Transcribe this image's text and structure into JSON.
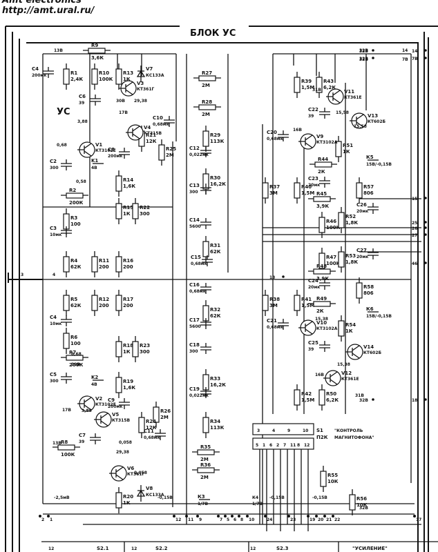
{
  "header": {
    "line1": "Amt electronics",
    "line2": "http://amt.ural.ru/"
  },
  "title": "БЛОК УС",
  "subtitle": "УС",
  "switch_s1": {
    "ref": "S1",
    "model": "П2К",
    "caption1": "\"КОНТРОЛЬ",
    "caption2": "МАГНИТОФОНА\"",
    "pins_top": [
      "3",
      "4",
      "9",
      "10"
    ],
    "pins_bot": [
      "5",
      "1",
      "6",
      "2",
      "7",
      "11",
      "8",
      "12"
    ]
  },
  "top_labels": [
    "13В",
    "32В",
    "14",
    "32В",
    "7В"
  ],
  "left": {
    "capacitors": [
      {
        "ref": "C4",
        "val": "200мк"
      },
      {
        "ref": "C6",
        "val": "39"
      },
      {
        "ref": "C2",
        "val": "300"
      },
      {
        "ref": "C3",
        "val": "10мк"
      },
      {
        "ref": "C4",
        "val": "10мк"
      },
      {
        "ref": "C5",
        "val": "300"
      },
      {
        "ref": "C7",
        "val": "39"
      },
      {
        "ref": "C8",
        "val": "200мк"
      },
      {
        "ref": "C9",
        "val": "200мк"
      },
      {
        "ref": "C10",
        "val": "0,68мк"
      },
      {
        "ref": "C11",
        "val": "0,68мк"
      }
    ],
    "resistors": [
      {
        "ref": "R9",
        "val": "3,6К"
      },
      {
        "ref": "R1",
        "val": "2,4К"
      },
      {
        "ref": "R10",
        "val": "100К"
      },
      {
        "ref": "R13",
        "val": "1К"
      },
      {
        "ref": "R21",
        "val": "12К"
      },
      {
        "ref": "R25",
        "val": "2М"
      },
      {
        "ref": "R14",
        "val": "1,6К"
      },
      {
        "ref": "R15",
        "val": "1К"
      },
      {
        "ref": "R22",
        "val": "300"
      },
      {
        "ref": "R2",
        "val": "200К"
      },
      {
        "ref": "R3",
        "val": "100"
      },
      {
        "ref": "R4",
        "val": "62К"
      },
      {
        "ref": "R11",
        "val": "200"
      },
      {
        "ref": "R16",
        "val": "200"
      },
      {
        "ref": "R5",
        "val": "62К"
      },
      {
        "ref": "R12",
        "val": "200"
      },
      {
        "ref": "R17",
        "val": "200"
      },
      {
        "ref": "R6",
        "val": "100"
      },
      {
        "ref": "R7",
        "val": "200К"
      },
      {
        "ref": "R18",
        "val": "1К"
      },
      {
        "ref": "R23",
        "val": "300"
      },
      {
        "ref": "R19",
        "val": "1,6К"
      },
      {
        "ref": "R26",
        "val": "2М"
      },
      {
        "ref": "R24",
        "val": "12К"
      },
      {
        "ref": "R8",
        "val": "100К"
      },
      {
        "ref": "R20",
        "val": "1К"
      }
    ],
    "transistors": [
      {
        "ref": "V1",
        "type": "КТ3102Е"
      },
      {
        "ref": "V2",
        "type": "КТ3102Е"
      },
      {
        "ref": "V3",
        "type": "КТ361Г"
      },
      {
        "ref": "V4",
        "type": "КТ315В"
      },
      {
        "ref": "V5",
        "type": "КТ315В"
      },
      {
        "ref": "V6",
        "type": "КТ361Г"
      }
    ],
    "diodes": [
      {
        "ref": "V7",
        "type": "КС133А"
      },
      {
        "ref": "V8",
        "type": "КС133А"
      }
    ],
    "relays": [
      {
        "ref": "K1",
        "val": "4В"
      },
      {
        "ref": "K2",
        "val": "4В"
      }
    ],
    "voltages": [
      "3,88",
      "0,68",
      "0,58",
      "30В",
      "17В",
      "29,38",
      "30В",
      "17В",
      "29,38",
      "0,058",
      "0,058",
      "3,88",
      "0,68"
    ]
  },
  "middle": {
    "resistors": [
      {
        "ref": "R27",
        "val": "2М"
      },
      {
        "ref": "R28",
        "val": "2М"
      },
      {
        "ref": "R29",
        "val": "113К"
      },
      {
        "ref": "R30",
        "val": "16,2К"
      },
      {
        "ref": "R31",
        "val": "62К"
      },
      {
        "ref": "R32",
        "val": "62К"
      },
      {
        "ref": "R33",
        "val": "16,2К"
      },
      {
        "ref": "R34",
        "val": "113К"
      },
      {
        "ref": "R35",
        "val": "2М"
      },
      {
        "ref": "R36",
        "val": "2М"
      }
    ],
    "capacitors": [
      {
        "ref": "C12",
        "val": "0,022мк"
      },
      {
        "ref": "C13",
        "val": "300"
      },
      {
        "ref": "C14",
        "val": "5600"
      },
      {
        "ref": "C15",
        "val": "0,68мк"
      },
      {
        "ref": "C16",
        "val": "0,68мк"
      },
      {
        "ref": "C17",
        "val": "5600"
      },
      {
        "ref": "C18",
        "val": "300"
      },
      {
        "ref": "C19",
        "val": "0,022мк"
      }
    ],
    "k3": {
      "ref": "К3",
      "val": "1/7В"
    }
  },
  "right": {
    "resistors": [
      {
        "ref": "R39",
        "val": "1,5М"
      },
      {
        "ref": "R43",
        "val": "6,2К"
      },
      {
        "ref": "R51",
        "val": "1К"
      },
      {
        "ref": "R44",
        "val": "2К"
      },
      {
        "ref": "R37",
        "val": "3М"
      },
      {
        "ref": "R40",
        "val": "1,5М"
      },
      {
        "ref": "R57",
        "val": "806"
      },
      {
        "ref": "R45",
        "val": "3,9К"
      },
      {
        "ref": "R46",
        "val": "100К"
      },
      {
        "ref": "R52",
        "val": "1,8К"
      },
      {
        "ref": "R47",
        "val": "100К"
      },
      {
        "ref": "R53",
        "val": "1,8К"
      },
      {
        "ref": "R48",
        "val": "3,9К"
      },
      {
        "ref": "R38",
        "val": "3М"
      },
      {
        "ref": "R41",
        "val": "1,5М"
      },
      {
        "ref": "R58",
        "val": "806"
      },
      {
        "ref": "R49",
        "val": "2К"
      },
      {
        "ref": "R54",
        "val": "1К"
      },
      {
        "ref": "R42",
        "val": "1,5М"
      },
      {
        "ref": "R50",
        "val": "6,2К"
      },
      {
        "ref": "R55",
        "val": "10К"
      },
      {
        "ref": "R56",
        "val": "10К"
      }
    ],
    "capacitors": [
      {
        "ref": "C22",
        "val": "39"
      },
      {
        "ref": "C20",
        "val": "0,68мк"
      },
      {
        "ref": "C23",
        "val": "20мк"
      },
      {
        "ref": "C26",
        "val": "20мк"
      },
      {
        "ref": "C27",
        "val": "20мк"
      },
      {
        "ref": "C24",
        "val": "20мк"
      },
      {
        "ref": "C21",
        "val": "0,68мк"
      },
      {
        "ref": "C25",
        "val": "39"
      }
    ],
    "transistors": [
      {
        "ref": "V11",
        "type": "КТ361Е"
      },
      {
        "ref": "V13",
        "type": "КТ602Б"
      },
      {
        "ref": "V9",
        "type": "КТ3102А"
      },
      {
        "ref": "V10",
        "type": "КТ3102А"
      },
      {
        "ref": "V14",
        "type": "КТ602Б"
      },
      {
        "ref": "V12",
        "type": "КТ361Е"
      }
    ],
    "relays": [
      {
        "ref": "К5",
        "val": "15В/-0,15В"
      },
      {
        "ref": "К6",
        "val": "15В/-0,15В"
      }
    ],
    "voltages": [
      "31В",
      "15,58",
      "16В",
      "15,38",
      "15,38",
      "16В",
      "15,58",
      "31В"
    ]
  },
  "connectors": {
    "right": [
      "32В",
      "14",
      "32В",
      "7В",
      "15",
      "25",
      "26",
      "27",
      "46",
      "13",
      "32В",
      "18"
    ],
    "left": [
      "3",
      "4",
      "13В"
    ],
    "bottom": [
      "2",
      "1",
      "12",
      "11",
      "9",
      "7",
      "5",
      "6",
      "8",
      "10",
      "24",
      "23",
      "19",
      "20",
      "21",
      "22",
      "17"
    ],
    "bottom_markers": [
      "-2,5мВ",
      "-0,15В",
      "К4",
      "1/7В",
      "-0,15В",
      "-0,15В",
      "32В"
    ]
  },
  "bottom_strip": [
    {
      "id": "12",
      "txt": "S2.1"
    },
    {
      "id": "12",
      "txt": "S2.2"
    },
    {
      "id": "12",
      "txt": "S2.3"
    },
    {
      "id": "",
      "txt": "\"УСИЛЕНИЕ\""
    }
  ]
}
